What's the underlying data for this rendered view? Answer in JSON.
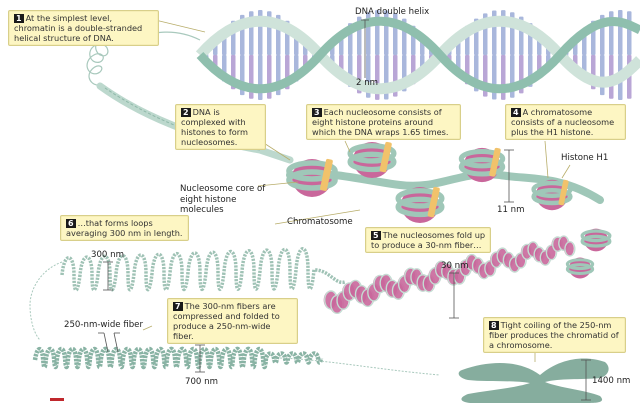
{
  "title": "DNA double helix",
  "colors": {
    "callout_bg": "#fdf6c3",
    "dna_backbone": "#a9cfc1",
    "dna_backbone_dark": "#6fa693",
    "base_blue": "#a9b7dc",
    "base_purple": "#b9a6d6",
    "histone_core": "#c9679b",
    "histone_h1": "#f1c26b",
    "chromosome": "#7fa898"
  },
  "callouts": [
    {
      "num": "1",
      "text": "At the simplest level, chromatin is a double-stranded helical structure of DNA."
    },
    {
      "num": "2",
      "text": "DNA is complexed with histones to form nucleosomes."
    },
    {
      "num": "3",
      "text": "Each nucleosome consists of eight histone proteins around which the DNA wraps 1.65 times."
    },
    {
      "num": "4",
      "text": "A chromatosome consists of a nucleosome plus the H1 histone."
    },
    {
      "num": "5",
      "text": "The nucleosomes fold up to produce a 30-nm fiber…"
    },
    {
      "num": "6",
      "text": "…that forms loops averaging 300 nm in length."
    },
    {
      "num": "7",
      "text": "The 300-nm fibers are compressed and folded to produce a 250-nm-wide fiber."
    },
    {
      "num": "8",
      "text": "Tight coiling of the 250-nm fiber produces the chromatid of a chromosome."
    }
  ],
  "labels": {
    "dna_double_helix": "DNA double helix",
    "nucleosome_core": "Nucleosome core of eight histone molecules",
    "chromatosome": "Chromatosome",
    "histone_h1": "Histone H1",
    "fiber_250": "250-nm-wide fiber"
  },
  "dimensions": {
    "helix_width": "2 nm",
    "nucleosome": "11 nm",
    "fiber_30": "30 nm",
    "loop_300": "300 nm",
    "coil_700": "700 nm",
    "chromatid_1400": "1400 nm"
  }
}
